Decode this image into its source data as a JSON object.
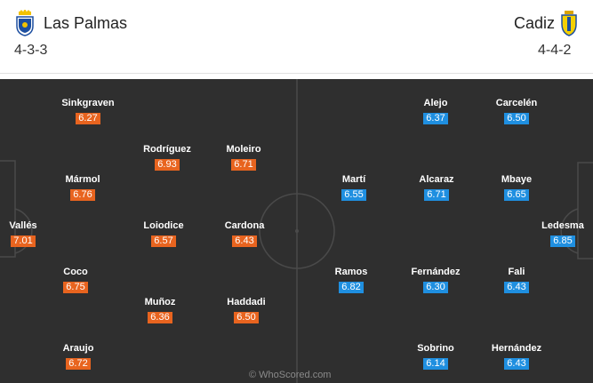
{
  "home": {
    "name": "Las Palmas",
    "formation": "4-3-3",
    "color": "#e8641f",
    "players": [
      {
        "name": "Sinkgraven",
        "rating": "6.27"
      },
      {
        "name": "Rodríguez",
        "rating": "6.93"
      },
      {
        "name": "Moleiro",
        "rating": "6.71"
      },
      {
        "name": "Mármol",
        "rating": "6.76"
      },
      {
        "name": "Vallés",
        "rating": "7.01"
      },
      {
        "name": "Loiodice",
        "rating": "6.57"
      },
      {
        "name": "Cardona",
        "rating": "6.43"
      },
      {
        "name": "Coco",
        "rating": "6.75"
      },
      {
        "name": "Muñoz",
        "rating": "6.36"
      },
      {
        "name": "Haddadi",
        "rating": "6.50"
      },
      {
        "name": "Araujo",
        "rating": "6.72"
      }
    ]
  },
  "away": {
    "name": "Cadiz",
    "formation": "4-4-2",
    "color": "#1f8fe0",
    "players": [
      {
        "name": "Alejo",
        "rating": "6.37"
      },
      {
        "name": "Carcelén",
        "rating": "6.50"
      },
      {
        "name": "Martí",
        "rating": "6.55"
      },
      {
        "name": "Alcaraz",
        "rating": "6.71"
      },
      {
        "name": "Mbaye",
        "rating": "6.65"
      },
      {
        "name": "Ledesma",
        "rating": "6.85"
      },
      {
        "name": "Ramos",
        "rating": "6.82"
      },
      {
        "name": "Fernández",
        "rating": "6.30"
      },
      {
        "name": "Fali",
        "rating": "6.43"
      },
      {
        "name": "Sobrino",
        "rating": "6.14"
      },
      {
        "name": "Hernández",
        "rating": "6.43"
      }
    ]
  },
  "watermark": "© WhoScored.com"
}
